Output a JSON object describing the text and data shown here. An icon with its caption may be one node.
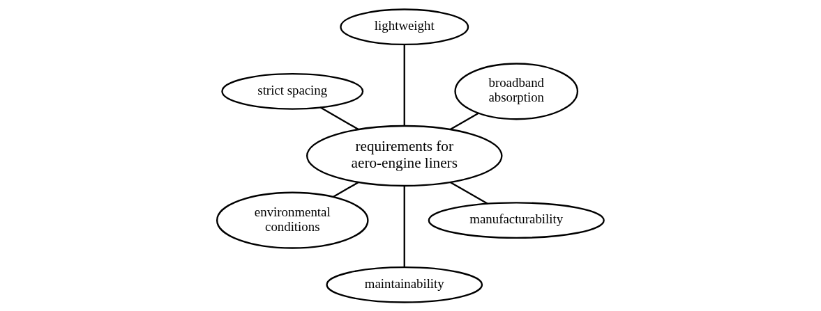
{
  "diagram": {
    "nodes": [
      {
        "text": [
          "broadband absorption"
        ]
      },
      {
        "text": [
          "lightweight"
        ]
      },
      {
        "text": [
          "strict spacing"
        ]
      },
      {
        "text": [
          "requirements for aero-engine liners"
        ]
      },
      {
        "text": [
          "environmental conditions"
        ]
      },
      {
        "text": [
          "maintainability"
        ]
      },
      {
        "text": [
          "manufacturability"
        ]
      }
    ],
    "edges": [
      {
        "from": 3,
        "to": 0,
        "arrow": "none"
      },
      {
        "from": 3,
        "to": 1,
        "arrow": "none"
      },
      {
        "from": 3,
        "to": 2,
        "arrow": "none"
      },
      {
        "from": 3,
        "to": 4,
        "arrow": "none"
      },
      {
        "from": 3,
        "to": 5,
        "arrow": "none"
      },
      {
        "from": 3,
        "to": 6,
        "arrow": "none"
      }
    ]
  }
}
